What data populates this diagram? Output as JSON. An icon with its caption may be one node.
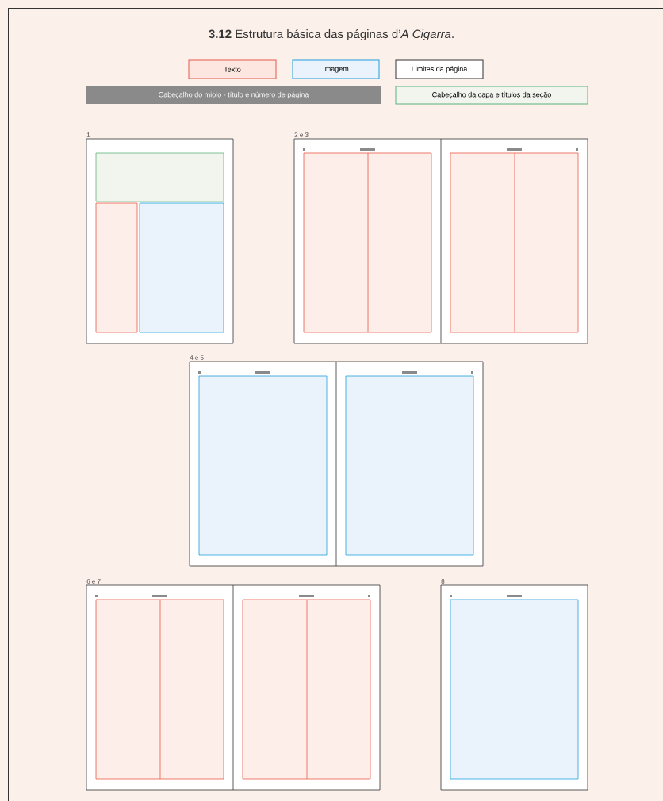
{
  "diagram": {
    "title": "**3.12** Estrutura básica das páginas d’*A Cigarra*.",
    "nodes": [
      {
        "text": [
          "1"
        ]
      },
      {
        "text": [
          "2 e 3"
        ]
      },
      {
        "text": [
          "4 e 5"
        ]
      },
      {
        "text": [
          "6 e 7"
        ]
      },
      {
        "text": [
          "8"
        ]
      }
    ],
    "legend": [
      {
        "text": "Texto",
        "color": "#fce6df"
      },
      {
        "text": "Imagem",
        "color": "#eaf3fb"
      },
      {
        "text": "Limites da página",
        "color": "#ffffff"
      },
      {
        "text": "Cabeçalho do miolo - título e número de página",
        "color": "#8a8a8a"
      },
      {
        "text": "Cabeçalho da capa e títulos da seção",
        "color": "#f1f5ee"
      }
    ]
  }
}
